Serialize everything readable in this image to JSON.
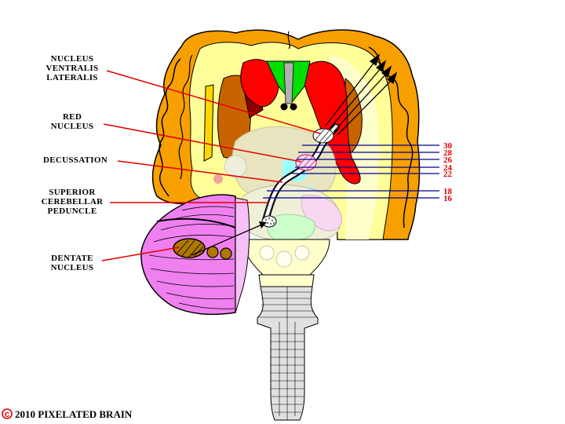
{
  "labels": {
    "nucleus_ventralis_lateralis": [
      "NUCLEUS",
      "VENTRALIS",
      "LATERALIS"
    ],
    "red_nucleus": [
      "RED",
      "NUCLEUS"
    ],
    "decussation": [
      "DECUSSATION"
    ],
    "superior_cerebellar_peduncle": [
      "SUPERIOR",
      "CEREBELLAR",
      "PEDUNCLE"
    ],
    "dentate_nucleus": [
      "DENTATE",
      "NUCLEUS"
    ]
  },
  "section_levels": [
    "30",
    "28",
    "26",
    "24",
    "22",
    "18",
    "16"
  ],
  "copyright": {
    "symbol": "c",
    "text": "2010  PIXELATED BRAIN"
  },
  "colors": {
    "cortex": "#f8a000",
    "cortex_outline": "#000000",
    "white_matter": "#ffff99",
    "cerebellum": "#f080f0",
    "thalamus_red": "#ff0000",
    "basal_ganglia": "#c86400",
    "ventricle_green": "#00e000",
    "brainstem": "#ffffcc",
    "level_lines": "#00008b",
    "pointer_lines": "#e00000",
    "dentate": "#b07800"
  }
}
